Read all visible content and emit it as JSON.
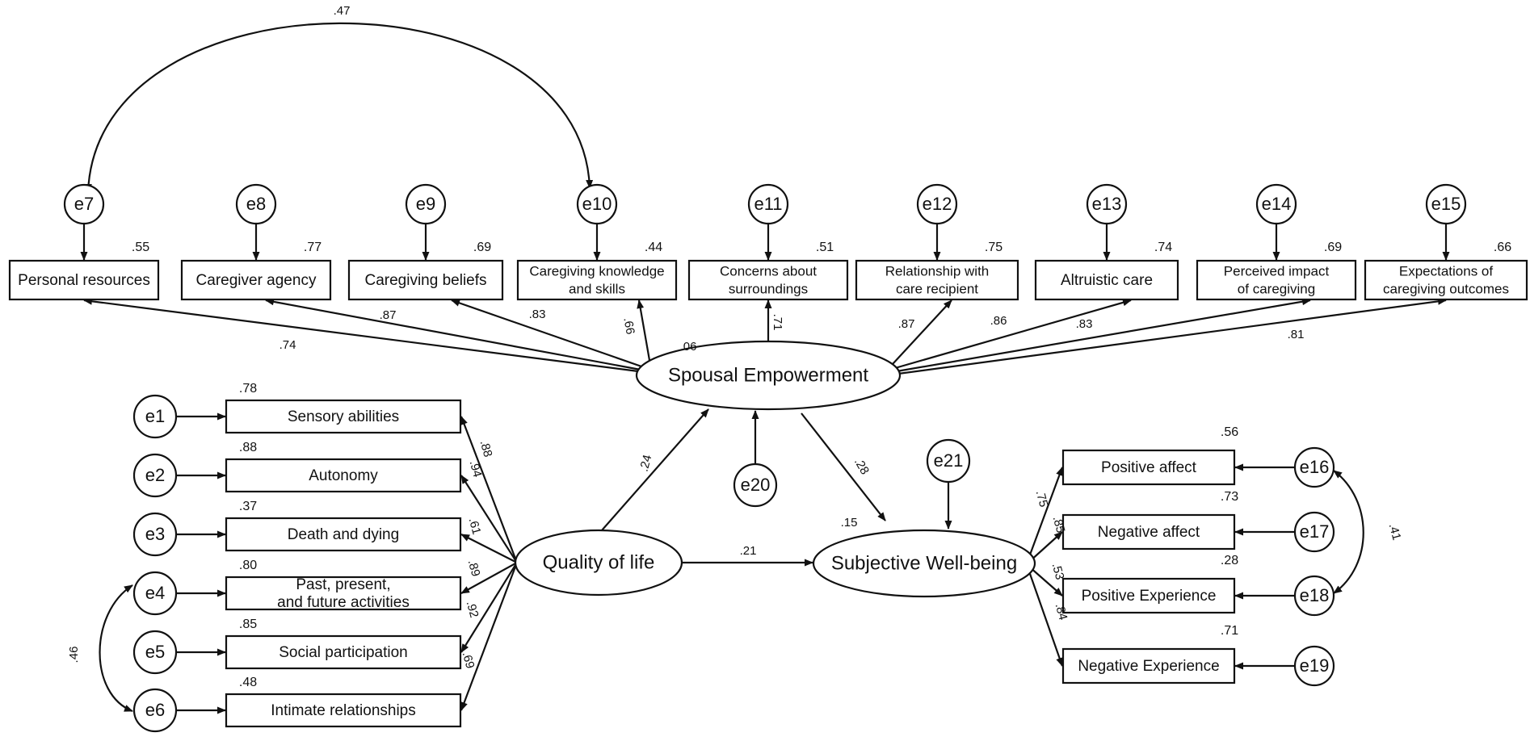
{
  "latents": {
    "spouse": "Spousal Empowerment",
    "qol": "Quality of life",
    "swb": "Subjective Well-being"
  },
  "latent_r2": {
    "spouse": ".06",
    "swb": ".15"
  },
  "errors": {
    "e1": "e1",
    "e2": "e2",
    "e3": "e3",
    "e4": "e4",
    "e5": "e5",
    "e6": "e6",
    "e7": "e7",
    "e8": "e8",
    "e9": "e9",
    "e10": "e10",
    "e11": "e11",
    "e12": "e12",
    "e13": "e13",
    "e14": "e14",
    "e15": "e15",
    "e16": "e16",
    "e17": "e17",
    "e18": "e18",
    "e19": "e19",
    "e20": "e20",
    "e21": "e21"
  },
  "top_indicators": [
    {
      "lines": [
        "Personal resources"
      ],
      "r2": ".55",
      "loading": ".74"
    },
    {
      "lines": [
        "Caregiver agency"
      ],
      "r2": ".77",
      "loading": ".87"
    },
    {
      "lines": [
        "Caregiving beliefs"
      ],
      "r2": ".69",
      "loading": ".83"
    },
    {
      "lines": [
        "Caregiving knowledge",
        "and skills"
      ],
      "r2": ".44",
      "loading": ".66"
    },
    {
      "lines": [
        "Concerns about",
        "surroundings"
      ],
      "r2": ".51",
      "loading": ".71"
    },
    {
      "lines": [
        "Relationship with",
        "care recipient"
      ],
      "r2": ".75",
      "loading": ".87"
    },
    {
      "lines": [
        "Altruistic care"
      ],
      "r2": ".74",
      "loading": ".86"
    },
    {
      "lines": [
        "Perceived impact",
        "of caregiving"
      ],
      "r2": ".69",
      "loading": ".83"
    },
    {
      "lines": [
        "Expectations of",
        "caregiving outcomes"
      ],
      "r2": ".66",
      "loading": ".81"
    }
  ],
  "qol_indicators": [
    {
      "lines": [
        "Sensory abilities"
      ],
      "r2": ".78",
      "loading": ".88"
    },
    {
      "lines": [
        "Autonomy"
      ],
      "r2": ".88",
      "loading": ".94"
    },
    {
      "lines": [
        "Death and dying"
      ],
      "r2": ".37",
      "loading": ".61"
    },
    {
      "lines": [
        "Past, present,",
        "and future activities"
      ],
      "r2": ".80",
      "loading": ".89"
    },
    {
      "lines": [
        "Social participation"
      ],
      "r2": ".85",
      "loading": ".92"
    },
    {
      "lines": [
        "Intimate relationships"
      ],
      "r2": ".48",
      "loading": ".69"
    }
  ],
  "swb_indicators": [
    {
      "lines": [
        "Positive affect"
      ],
      "r2": ".56",
      "loading": ".75"
    },
    {
      "lines": [
        "Negative affect"
      ],
      "r2": ".73",
      "loading": ".85"
    },
    {
      "lines": [
        "Positive Experience"
      ],
      "r2": ".28",
      "loading": ".53"
    },
    {
      "lines": [
        "Negative Experience"
      ],
      "r2": ".71",
      "loading": ".84"
    }
  ],
  "structural_paths": {
    "qol_to_spouse": ".24",
    "spouse_to_swb": ".28",
    "qol_to_swb": ".21"
  },
  "covariances": {
    "e7_e10": ".47",
    "e4_e6": ".46",
    "e16_e18": ".41"
  }
}
